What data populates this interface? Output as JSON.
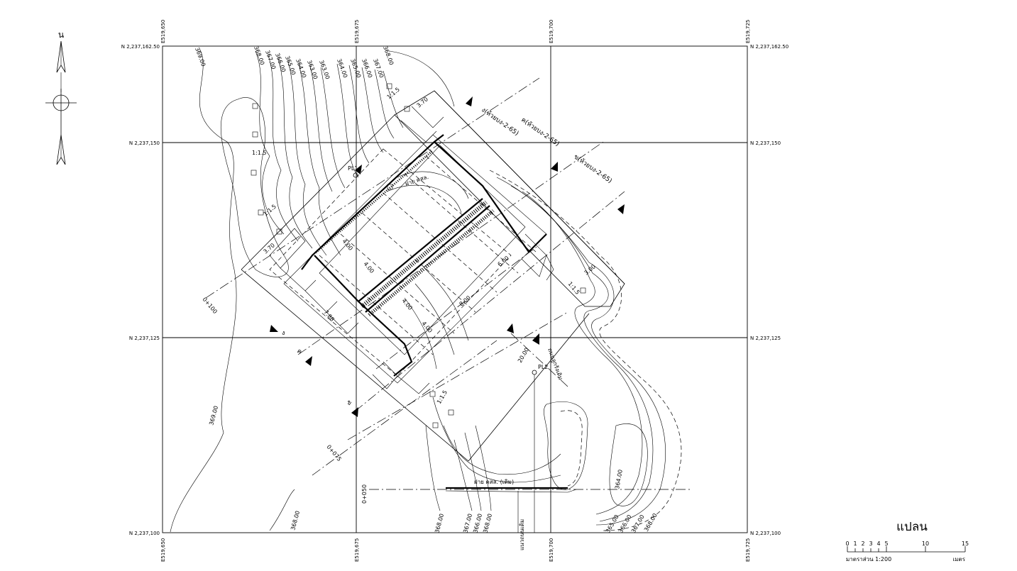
{
  "grid": {
    "north_labels": [
      "N 2,237,162.50",
      "N 2,237,150",
      "N 2,237,125",
      "N 2,237,100"
    ],
    "east_labels": [
      "E519,650",
      "E519,675",
      "E519,700",
      "E519,725"
    ]
  },
  "north_arrow": {
    "label": "น",
    "icon": "north-arrow-icon"
  },
  "contours": {
    "top_labels": [
      "369.00",
      "368.00",
      "367.00",
      "366.00",
      "365.00",
      "364.00",
      "363.00",
      "363.00",
      "364.00",
      "365.00",
      "366.00",
      "367.00",
      "368.00"
    ],
    "left_369": "369.00",
    "bottom_left_368": "368.00",
    "bottom_center": [
      "368.00",
      "367.00",
      "366.00",
      "368.00"
    ],
    "bottom_right": [
      "365.00",
      "366.00",
      "367.00",
      "368.00"
    ],
    "right_364": "364.00"
  },
  "sections": {
    "ng": "ง(ห้วยบง-2-65)",
    "kh_top": "ค(ห้วยบง-2-65)",
    "kh_right": "ข(ห้วยบง-2-65)",
    "ng_short": "ง",
    "kh_short": "ค",
    "kh2_short": "ข"
  },
  "stations": [
    "0+100",
    "0+075",
    "0+050"
  ],
  "dims": {
    "d370_top": "3.70",
    "d370_left": "3.70",
    "d400_a": "4.00",
    "d400_b": "4.00",
    "d400_c": "4.00",
    "d400_d": "4.00",
    "d600": "6.00",
    "d800": "8.00",
    "d788": "7.88",
    "d300": "3.00",
    "d2000": "20.00",
    "d150a": "1:1.5",
    "d150b": "1:1.5",
    "d150c": "1:1.5",
    "d150d": "1:1.5",
    "d150e": "1:1.5"
  },
  "labels": {
    "pl1": "PL1",
    "pl2": "PL2",
    "weir_new": "ฝาย คสล.",
    "weir_old": "ฝาย คสล. (เดิม)",
    "road_right": "ถนนลูกรังเดิม",
    "road_bottom": "แนวถนนเดิม"
  },
  "title": {
    "plan": "แปลน",
    "scale_text": "มาตราส่วน  1:200",
    "unit": "เมตร",
    "scale_ticks": [
      "0",
      "1",
      "2",
      "3",
      "4",
      "5",
      "10",
      "15"
    ]
  }
}
